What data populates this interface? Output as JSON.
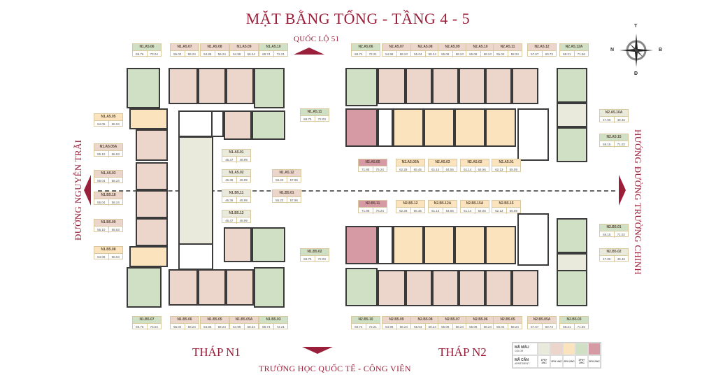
{
  "title": "MẶT BẰNG TỔNG - TẦNG 4 - 5",
  "roads": {
    "top": "QUỐC LỘ 51",
    "left": "ĐƯỜNG NGUYỄN TRÃI",
    "right": "HƯỚNG ĐƯỜNG TRƯỜNG CHINH",
    "bottom": "TRƯỜNG HỌC QUỐC TẾ - CÔNG VIÊN"
  },
  "towers": {
    "n1": "THÁP N1",
    "n2": "THÁP N2"
  },
  "compass": {
    "north": "T",
    "west": "N",
    "east": "B",
    "south": "Đ"
  },
  "colors": {
    "accent": "#9a1f3a",
    "type_1pn_1wc": "#eaeadc",
    "type_2pn_1wc": "#ecd6cc",
    "type_2pn_2wc": "#fbe3bd",
    "type_2pnplus_2wc": "#cfe0c4",
    "type_3pn_2wc": "#d69aa4"
  },
  "legend": {
    "color_label": "MÃ MÀU",
    "color_sublabel": "COLOR",
    "apartment_label": "MÃ CĂN",
    "apartment_sublabel": "APARTMENT",
    "types": [
      {
        "code": "1PN+ 1WC",
        "color": "#eaeadc"
      },
      {
        "code": "2PN 1WC",
        "color": "#ecd6cc"
      },
      {
        "code": "2PN 2WC",
        "color": "#fbe3bd"
      },
      {
        "code": "2PN+ 2WC",
        "color": "#cfe0c4"
      },
      {
        "code": "3PN 2WC",
        "color": "#d69aa4"
      }
    ]
  },
  "units": {
    "n1_top": [
      {
        "code": "N1.A5.06",
        "a": "69.76",
        "b": "73.04"
      },
      {
        "code": "N1.A5.07",
        "a": "55.02",
        "b": "58.24"
      },
      {
        "code": "N1.A5.08",
        "a": "54.86",
        "b": "58.24"
      },
      {
        "code": "N1.A5.09",
        "a": "54.98",
        "b": "58.24"
      },
      {
        "code": "N1.A5.10",
        "a": "68.74",
        "b": "72.21"
      }
    ],
    "n1_left": [
      {
        "code": "N1.A5.05",
        "a": "64.06",
        "b": "68.04"
      },
      {
        "code": "N1.A5.05A",
        "a": "55.10",
        "b": "58.63"
      },
      {
        "code": "N1.A5.03",
        "a": "55.04",
        "b": "58.24"
      },
      {
        "code": "N1.B5.18",
        "a": "55.04",
        "b": "58.24"
      },
      {
        "code": "N1.B5.09",
        "a": "55.10",
        "b": "58.63"
      },
      {
        "code": "N1.B5.08",
        "a": "64.06",
        "b": "68.04"
      }
    ],
    "n1_center": [
      {
        "code": "N1.A5.01",
        "a": "46.47",
        "b": "48.99"
      },
      {
        "code": "N1.A5.02",
        "a": "46.36",
        "b": "48.99"
      },
      {
        "code": "N1.B5.11",
        "a": "46.36",
        "b": "48.99"
      },
      {
        "code": "N1.B5.12",
        "a": "46.47",
        "b": "48.99"
      }
    ],
    "n1_right": [
      {
        "code": "N1.A5.11",
        "a": "68.75",
        "b": "72.03"
      },
      {
        "code": "N1.A5.12",
        "a": "55.23",
        "b": "57.96"
      },
      {
        "code": "N1.B5.01",
        "a": "55.23",
        "b": "57.96"
      },
      {
        "code": "N1.B5.02",
        "a": "68.75",
        "b": "72.03"
      }
    ],
    "n1_bottom": [
      {
        "code": "N1.B5.07",
        "a": "69.76",
        "b": "73.04"
      },
      {
        "code": "N1.B5.06",
        "a": "55.02",
        "b": "58.24"
      },
      {
        "code": "N1.B5.05",
        "a": "54.86",
        "b": "58.24"
      },
      {
        "code": "N1.B5.05A",
        "a": "54.98",
        "b": "58.24"
      },
      {
        "code": "N1.B5.03",
        "a": "68.74",
        "b": "72.21"
      }
    ],
    "n2_top": [
      {
        "code": "N2.A5.06",
        "a": "68.74",
        "b": "72.21"
      },
      {
        "code": "N2.A5.07",
        "a": "54.98",
        "b": "58.24"
      },
      {
        "code": "N2.A5.08",
        "a": "55.04",
        "b": "58.24"
      },
      {
        "code": "N2.A5.09",
        "a": "55.08",
        "b": "58.24"
      },
      {
        "code": "N2.A5.10",
        "a": "55.08",
        "b": "58.24"
      },
      {
        "code": "N2.A5.11",
        "a": "55.04",
        "b": "58.24"
      },
      {
        "code": "N2.A5.12",
        "a": "57.67",
        "b": "60.73"
      },
      {
        "code": "N2.A5.12A",
        "a": "68.21",
        "b": "71.56"
      }
    ],
    "n2_mid_a": [
      {
        "code": "N2.A5.05",
        "a": "71.88",
        "b": "75.24"
      },
      {
        "code": "N2.A5.05A",
        "a": "62.28",
        "b": "65.45"
      },
      {
        "code": "N2.A5.03",
        "a": "61.14",
        "b": "64.56"
      },
      {
        "code": "N2.A5.02",
        "a": "61.14",
        "b": "64.56"
      },
      {
        "code": "N2.A5.01",
        "a": "62.13",
        "b": "65.09"
      }
    ],
    "n2_mid_b": [
      {
        "code": "N2.B5.11",
        "a": "71.88",
        "b": "75.24"
      },
      {
        "code": "N2.B5.12",
        "a": "62.28",
        "b": "65.45"
      },
      {
        "code": "N2.B5.12A",
        "a": "61.14",
        "b": "64.56"
      },
      {
        "code": "N2.B5.15A",
        "a": "61.14",
        "b": "64.56"
      },
      {
        "code": "N2.B5.15",
        "a": "62.13",
        "b": "65.09"
      }
    ],
    "n2_right": [
      {
        "code": "N2.A5.16A",
        "a": "47.06",
        "b": "49.46"
      },
      {
        "code": "N2.A5.15",
        "a": "68.15",
        "b": "71.02"
      },
      {
        "code": "N2.B5.01",
        "a": "68.15",
        "b": "71.02"
      },
      {
        "code": "N2.B5.02",
        "a": "47.06",
        "b": "49.46"
      }
    ],
    "n2_bottom": [
      {
        "code": "N2.B5.10",
        "a": "68.74",
        "b": "72.21"
      },
      {
        "code": "N2.B5.09",
        "a": "54.98",
        "b": "58.24"
      },
      {
        "code": "N2.B5.08",
        "a": "55.04",
        "b": "58.24"
      },
      {
        "code": "N2.B5.07",
        "a": "55.08",
        "b": "58.24"
      },
      {
        "code": "N2.B5.06",
        "a": "55.08",
        "b": "58.24"
      },
      {
        "code": "N2.B5.05",
        "a": "55.04",
        "b": "58.24"
      },
      {
        "code": "N2.B5.05A",
        "a": "57.67",
        "b": "60.73"
      },
      {
        "code": "N2.B5.03",
        "a": "68.21",
        "b": "71.56"
      }
    ]
  }
}
